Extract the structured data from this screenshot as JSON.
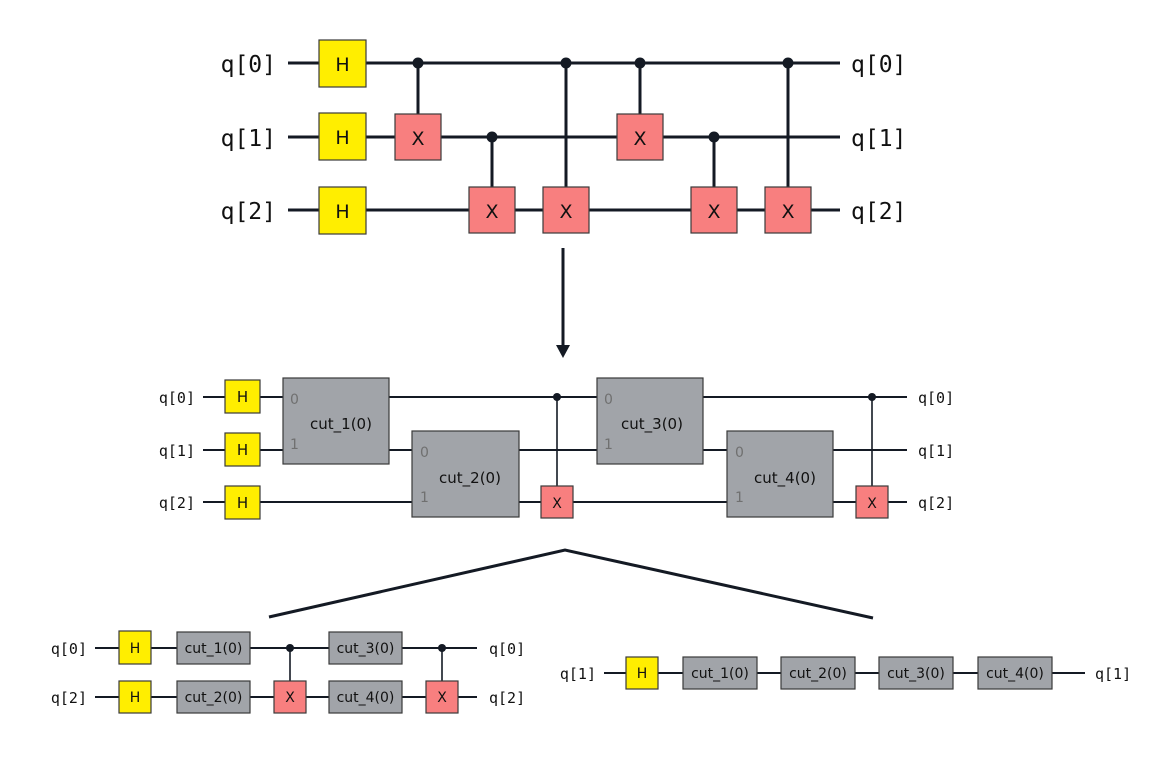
{
  "qubits": {
    "q0": "q[0]",
    "q1": "q[1]",
    "q2": "q[2]"
  },
  "gates": {
    "h": "H",
    "x": "X"
  },
  "cuts": {
    "cut1": "cut_1(0)",
    "cut2": "cut_2(0)",
    "cut3": "cut_3(0)",
    "cut4": "cut_4(0)"
  },
  "ports": {
    "p0": "0",
    "p1": "1"
  },
  "colors": {
    "h_gate": "#ffee00",
    "x_gate": "#f87f7f",
    "cut_gate": "#a1a4a9",
    "wire": "#141a24"
  }
}
